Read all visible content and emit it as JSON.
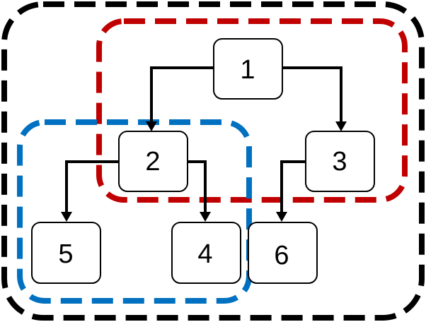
{
  "diagram": {
    "colors": {
      "outer_group": "#000000",
      "red_group": "#c00000",
      "blue_group": "#0070c0",
      "node_border": "#000000",
      "edge": "#000000"
    },
    "nodes": [
      {
        "id": "1",
        "label": "1"
      },
      {
        "id": "2",
        "label": "2"
      },
      {
        "id": "3",
        "label": "3"
      },
      {
        "id": "4",
        "label": "4"
      },
      {
        "id": "5",
        "label": "5"
      },
      {
        "id": "6",
        "label": "6"
      }
    ],
    "edges": [
      {
        "from": "1",
        "to": "2"
      },
      {
        "from": "1",
        "to": "3"
      },
      {
        "from": "2",
        "to": "5"
      },
      {
        "from": "2",
        "to": "4"
      },
      {
        "from": "3",
        "to": "6"
      }
    ],
    "groups": [
      {
        "id": "outer",
        "color": "black",
        "members": [
          "1",
          "2",
          "3",
          "4",
          "5",
          "6"
        ]
      },
      {
        "id": "red",
        "color": "red",
        "members": [
          "1",
          "2",
          "3"
        ]
      },
      {
        "id": "blue",
        "color": "blue",
        "members": [
          "2",
          "4",
          "5"
        ]
      }
    ]
  }
}
